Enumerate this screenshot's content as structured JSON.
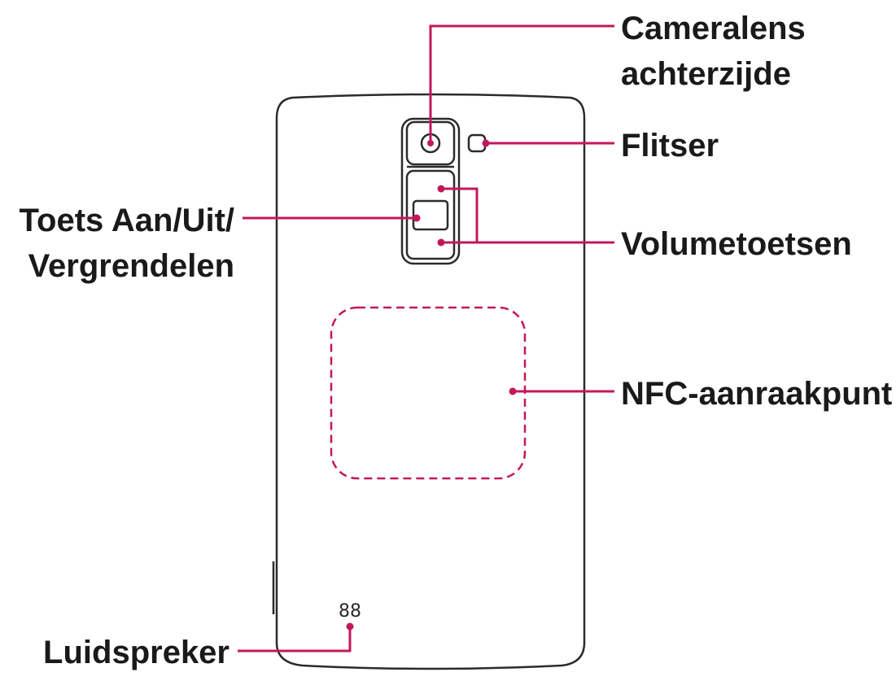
{
  "callouts": {
    "camera": {
      "line1": "Cameralens",
      "line2": "achterzijde"
    },
    "flash": {
      "label": "Flitser"
    },
    "power": {
      "line1": "Toets Aan/Uit/",
      "line2": "Vergrendelen"
    },
    "volume": {
      "label": "Volumetoetsen"
    },
    "nfc": {
      "label": "NFC-aanraakpunt"
    },
    "speaker": {
      "label": "Luidspreker"
    }
  },
  "colors": {
    "callout": "#c2185b",
    "outline": "#2b2b2b",
    "text": "#1a1a1a"
  }
}
